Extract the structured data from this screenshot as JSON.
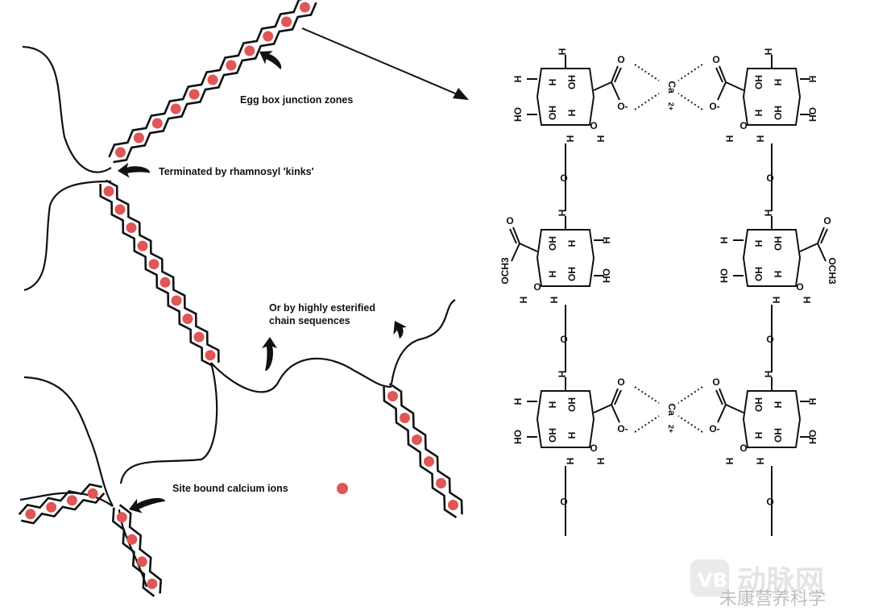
{
  "annotations": {
    "egg_box": "Egg box junction zones",
    "rhamnosyl": "Terminated by rhamnosyl 'kinks'",
    "esterified_line1": "Or by highly esterified",
    "esterified_line2": "chain sequences",
    "calcium": "Site bound calcium ions"
  },
  "chemistry": {
    "H": "H",
    "OH": "OH",
    "HO": "HO",
    "O": "O",
    "O_minus": "O",
    "minus": "-",
    "Ca": "Ca",
    "charge": "2+",
    "OCH3": "OCH",
    "OCH3_sub": "3"
  },
  "watermark": {
    "logo_text": "动脉网",
    "subtitle": "未康营养科学"
  },
  "colors": {
    "calcium_dot": "#e05555",
    "line": "#111111"
  }
}
